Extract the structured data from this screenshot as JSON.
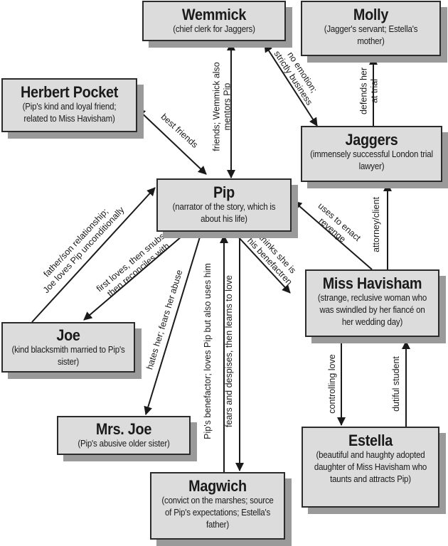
{
  "diagram": {
    "title": "Great Expectations character relationships",
    "colors": {
      "box_fill": "#dcdcdc",
      "box_border": "#2b2b2b",
      "shadow": "#9a9a9a",
      "line": "#1a1a1a"
    },
    "nodes": {
      "wemmick": {
        "name": "Wemmick",
        "desc": "(chief clerk for Jaggers)"
      },
      "molly": {
        "name": "Molly",
        "desc": "(Jagger's servant; Estella's mother)"
      },
      "herbert": {
        "name": "Herbert Pocket",
        "desc": "(Pip's kind and loyal friend; related to Miss Havisham)"
      },
      "jaggers": {
        "name": "Jaggers",
        "desc": "(immensely successful London trial lawyer)"
      },
      "pip": {
        "name": "Pip",
        "desc": "(narrator of the story, which is about his life)"
      },
      "havisham": {
        "name": "Miss Havisham",
        "desc": "(strange, reclusive woman who was swindled by her fiancé on her wedding day)"
      },
      "joe": {
        "name": "Joe",
        "desc": "(kind blacksmith married to Pip's sister)"
      },
      "mrsjoe": {
        "name": "Mrs. Joe",
        "desc": "(Pip's abusive older sister)"
      },
      "estella": {
        "name": "Estella",
        "desc": "(beautiful and haughty adopted daughter of Miss Havisham who taunts and attracts Pip)"
      },
      "magwich": {
        "name": "Magwich",
        "desc": "(convict on the marshes; source of Pip's expectations; Estella's father)"
      }
    },
    "edges": [
      {
        "from": "herbert",
        "to": "pip",
        "direction": "both",
        "label": [
          "best friends"
        ]
      },
      {
        "from": "wemmick",
        "to": "pip",
        "direction": "both",
        "label": [
          "friends; Wemmick also",
          "mentors Pip"
        ]
      },
      {
        "from": "wemmick",
        "to": "jaggers",
        "direction": "both",
        "label": [
          "no emotion;",
          "strictly business"
        ]
      },
      {
        "from": "jaggers",
        "to": "molly",
        "direction": "forward",
        "label": [
          "defends her",
          "at trial"
        ]
      },
      {
        "from": "havisham",
        "to": "jaggers",
        "direction": "forward",
        "label": [
          "attorney/client"
        ]
      },
      {
        "from": "joe",
        "to": "pip",
        "direction": "forward",
        "label": [
          "father/son relationship;",
          "Joe loves Pip unconditionally"
        ]
      },
      {
        "from": "pip",
        "to": "joe",
        "direction": "forward",
        "label": [
          "first loves, then snubs,",
          "then reconciles with"
        ]
      },
      {
        "from": "pip",
        "to": "mrsjoe",
        "direction": "forward",
        "label": [
          "hates her; fears her abuse"
        ]
      },
      {
        "from": "magwich",
        "to": "pip",
        "direction": "forward",
        "label": [
          "Pip's benefactor; loves Pip but also uses him"
        ]
      },
      {
        "from": "pip",
        "to": "magwich",
        "direction": "forward",
        "label": [
          "fears and despises, then learns to love"
        ]
      },
      {
        "from": "havisham",
        "to": "pip",
        "direction": "forward",
        "label": [
          "uses to enact",
          "revenge"
        ]
      },
      {
        "from": "pip",
        "to": "havisham",
        "direction": "forward",
        "label": [
          "thinks she is",
          "his benefactren"
        ]
      },
      {
        "from": "havisham",
        "to": "estella",
        "direction": "forward",
        "label": [
          "controlling love"
        ]
      },
      {
        "from": "estella",
        "to": "havisham",
        "direction": "forward",
        "label": [
          "dutiful student"
        ]
      }
    ]
  }
}
